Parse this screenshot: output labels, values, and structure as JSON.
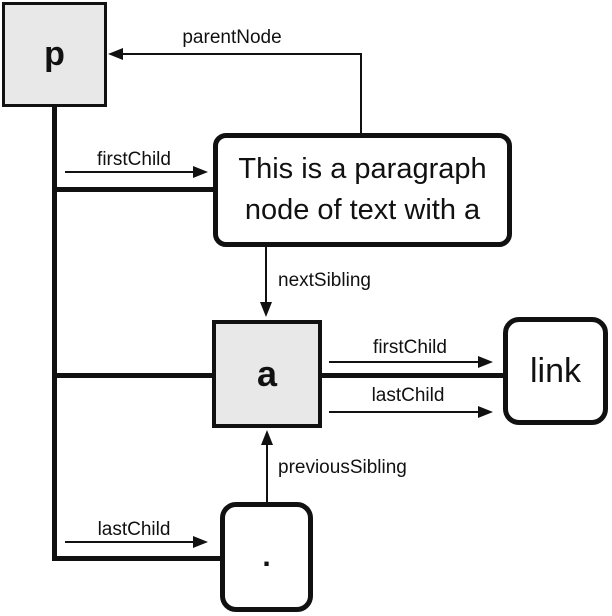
{
  "nodes": {
    "p": {
      "label": "p"
    },
    "paragraph": {
      "lines": [
        "This is a paragraph",
        "node of text with a"
      ]
    },
    "a": {
      "label": "a"
    },
    "link": {
      "label": "link"
    },
    "dot": {
      "label": "."
    }
  },
  "edges": {
    "parent_node": {
      "label": "parentNode"
    },
    "first_child_p": {
      "label": "firstChild"
    },
    "next_sibling": {
      "label": "nextSibling"
    },
    "first_child_a": {
      "label": "firstChild"
    },
    "last_child_a": {
      "label": "lastChild"
    },
    "previous_sibling": {
      "label": "previousSibling"
    },
    "last_child_p": {
      "label": "lastChild"
    }
  },
  "colors": {
    "stroke": "#111111",
    "element_node_fill": "#e8e8e8",
    "text_node_fill": "#ffffff"
  }
}
